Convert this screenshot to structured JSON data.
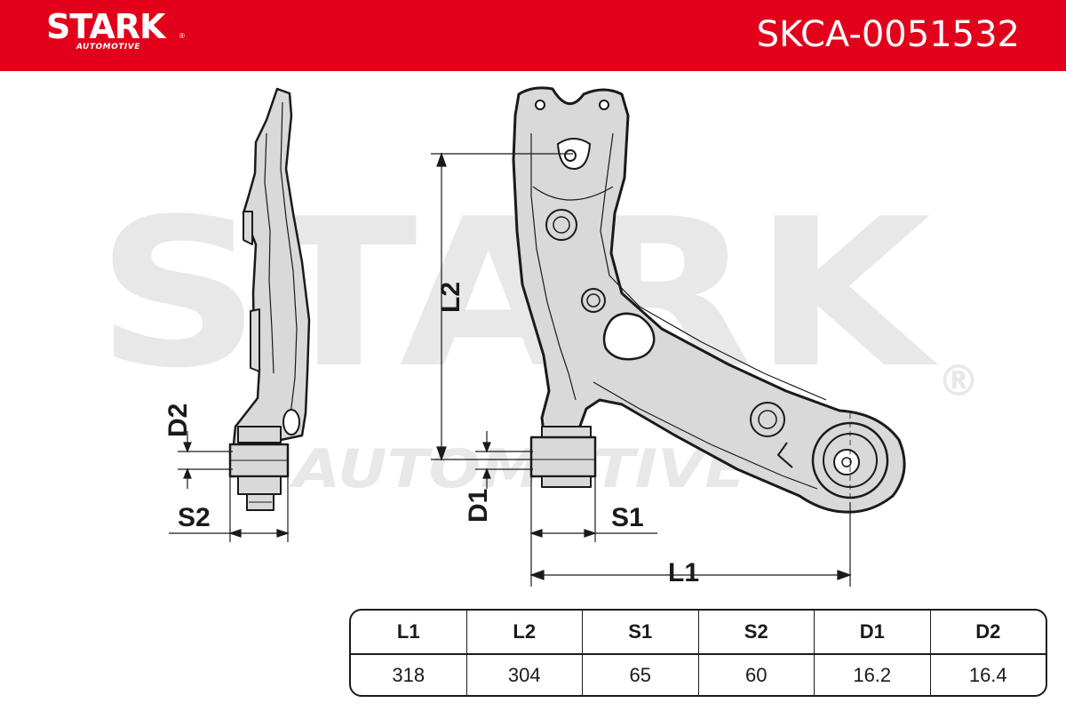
{
  "header": {
    "brand_name": "STARK",
    "brand_sub": "AUTOMOTIVE",
    "brand_reg": "®",
    "part_number": "SKCA-0051532"
  },
  "watermark": {
    "main": "STARK",
    "sub": "AUTOMOTIVE",
    "reg": "®"
  },
  "dimension_labels": {
    "l1": "L1",
    "l2": "L2",
    "s1": "S1",
    "s2": "S2",
    "d1": "D1",
    "d2": "D2"
  },
  "spec_table": {
    "headers": [
      "L1",
      "L2",
      "S1",
      "S2",
      "D1",
      "D2"
    ],
    "values": [
      "318",
      "304",
      "65",
      "60",
      "16.2",
      "16.4"
    ]
  },
  "colors": {
    "brand_red": "#e2001a",
    "line": "#1a1a1a",
    "part_fill": "#d9d9d9",
    "watermark": "#e8e8e8"
  }
}
